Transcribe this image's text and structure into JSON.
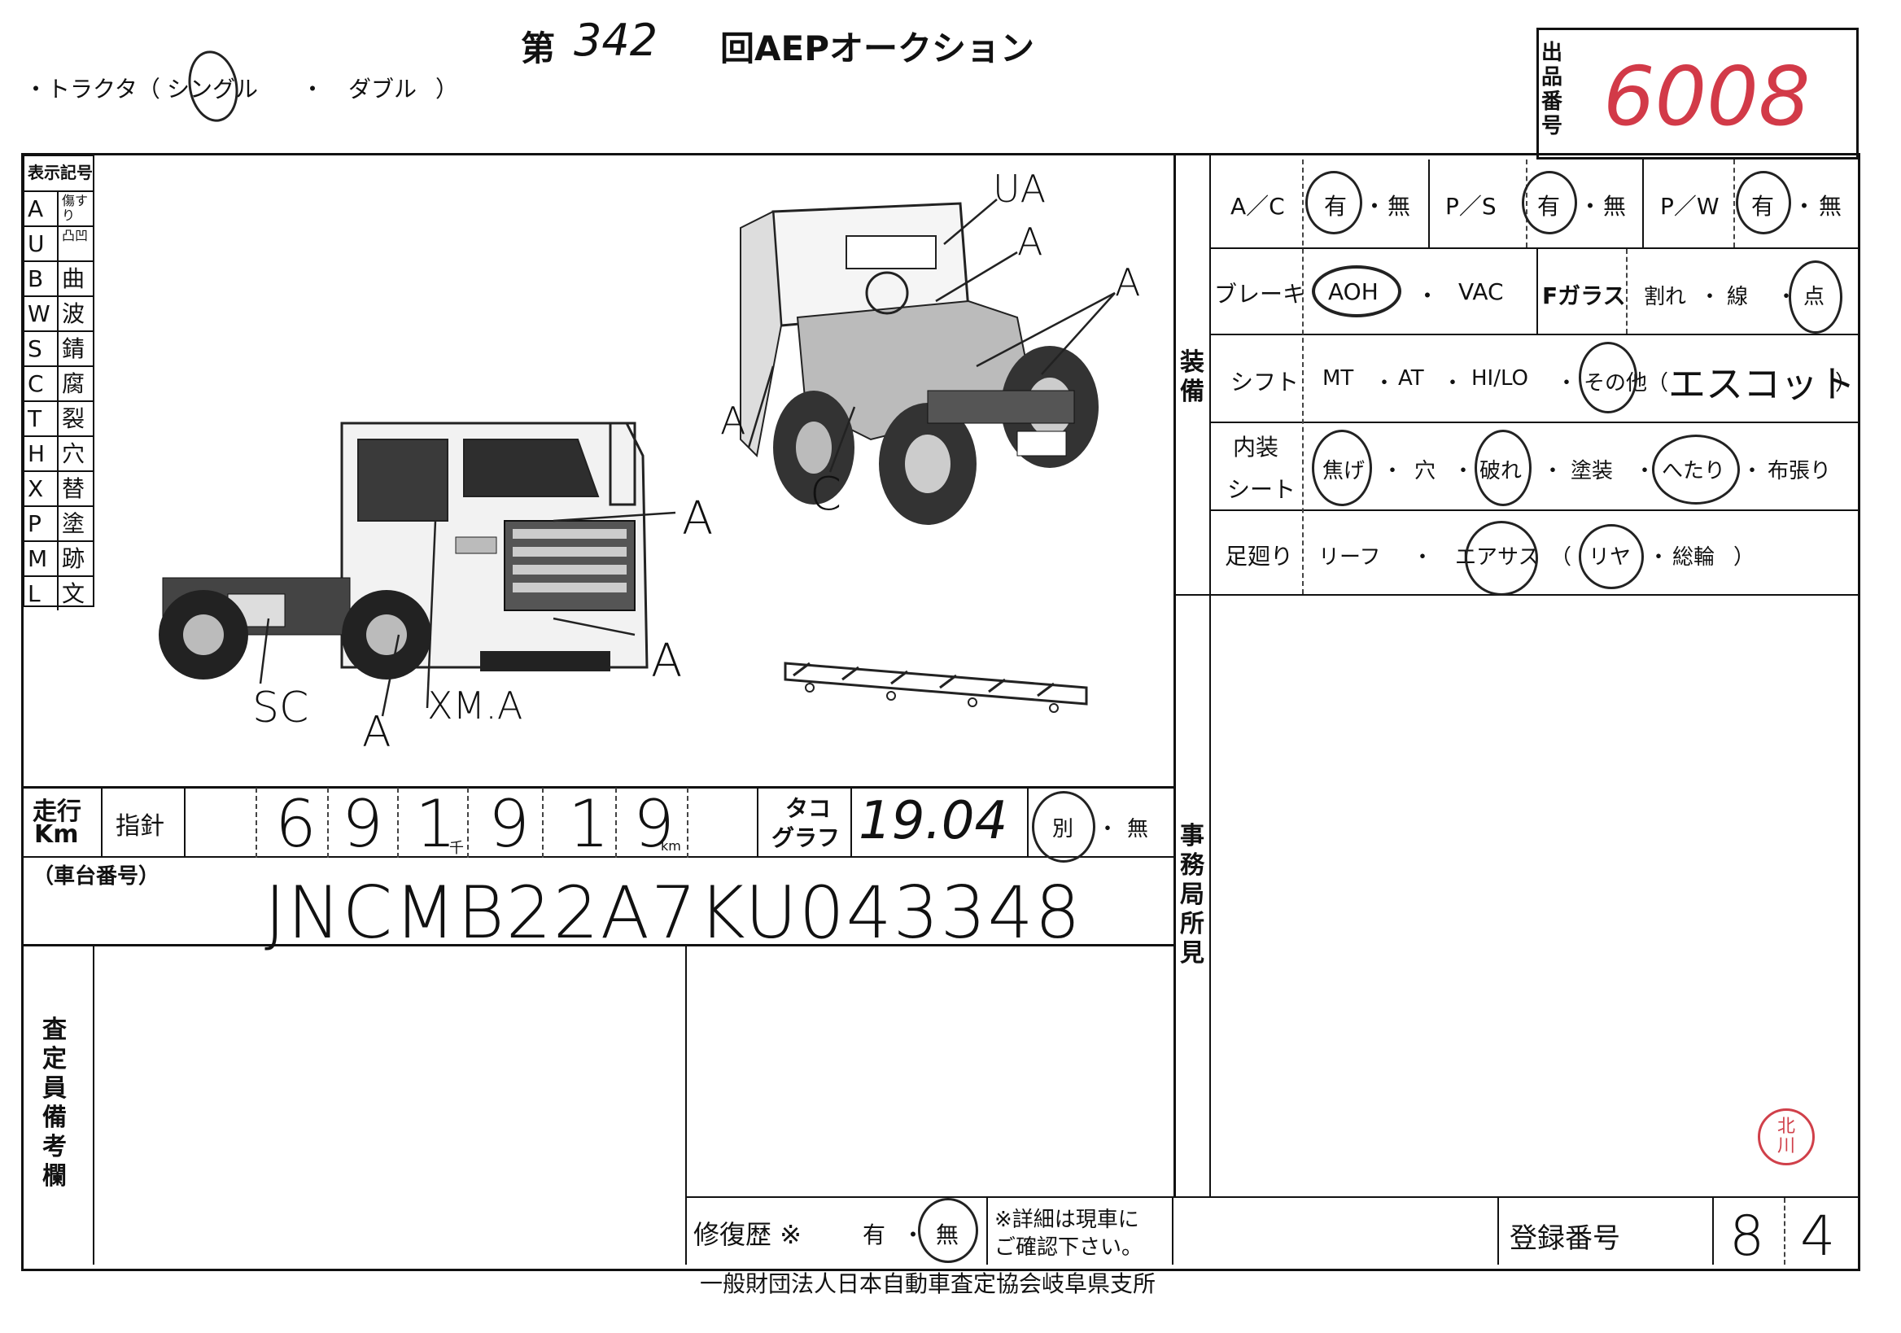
{
  "header": {
    "title_prefix": "第",
    "round_number": "342",
    "title_suffix": "回AEPオークション",
    "tractor_label": "・トラクタ（",
    "tractor_single": "シングル",
    "tractor_dot": "・",
    "tractor_double": "ダブル",
    "tractor_close": "）",
    "lot_label": "出品番号",
    "lot_number": "6008"
  },
  "legend": {
    "title": "表示記号",
    "rows": [
      {
        "code": "A",
        "meaning": "傷すり"
      },
      {
        "code": "U",
        "meaning": "凸凹"
      },
      {
        "code": "B",
        "meaning": "曲"
      },
      {
        "code": "W",
        "meaning": "波"
      },
      {
        "code": "S",
        "meaning": "錆"
      },
      {
        "code": "C",
        "meaning": "腐"
      },
      {
        "code": "T",
        "meaning": "裂"
      },
      {
        "code": "H",
        "meaning": "穴"
      },
      {
        "code": "X",
        "meaning": "替"
      },
      {
        "code": "P",
        "meaning": "塗"
      },
      {
        "code": "M",
        "meaning": "跡"
      },
      {
        "code": "L",
        "meaning": "文"
      }
    ]
  },
  "diagram_marks": {
    "ua": "UA",
    "a1": "A",
    "a2": "A",
    "a3": "A",
    "c": "C",
    "a_front1": "A",
    "a_front2": "A",
    "sc": "SC",
    "a_bottom": "A",
    "xm": "XM.A"
  },
  "equipment": {
    "section_label": "装備",
    "ac_label": "A／C",
    "ps_label": "P／S",
    "pw_label": "P／W",
    "yes": "有",
    "no": "無",
    "dot": "・",
    "brake_label": "ブレーキ",
    "brake_aoh": "AOH",
    "brake_vac": "VAC",
    "fglass_label": "Fガラス",
    "fglass_crack": "割れ",
    "fglass_line": "線",
    "fglass_point": "点",
    "shift_label": "シフト",
    "shift_mt": "MT",
    "shift_at": "AT",
    "shift_hilo": "HI/LO",
    "shift_other": "その他（",
    "shift_other_value": "エスコット",
    "shift_close": "）",
    "interior_label1": "内装",
    "interior_label2": "シート",
    "interior_burn": "焦げ",
    "interior_hole": "穴",
    "interior_tear": "破れ",
    "interior_paint": "塗装",
    "interior_sag": "へたり",
    "interior_cloth": "布張り",
    "susp_label": "足廻り",
    "susp_leaf": "リーフ",
    "susp_air": "エアサス",
    "susp_open": "（",
    "susp_rear": "リヤ",
    "susp_all": "総輪",
    "susp_close": "）"
  },
  "office_note_label": "事務局所見",
  "mileage": {
    "label1": "走行",
    "label2": "Km",
    "pointer_label": "指針",
    "digits": [
      "6",
      "9",
      "1",
      "9",
      "1",
      "9"
    ],
    "thousand_unit": "千",
    "km_unit": "km",
    "tacho_label1": "タコ",
    "tacho_label2": "グラフ",
    "tacho_value": "19.04",
    "tacho_separate": "別",
    "tacho_none": "無"
  },
  "chassis": {
    "label": "（車台番号）",
    "value": "JNCMB22A7KU043348"
  },
  "inspector_label": "査定員備考欄",
  "repair": {
    "label": "修復歴 ※",
    "yes": "有",
    "no": "無",
    "note1": "※詳細は現車に",
    "note2": "ご確認下さい。"
  },
  "registration": {
    "label": "登録番号",
    "digit1": "8",
    "digit2": "4"
  },
  "stamp": "北川",
  "footer": "一般財団法人日本自動車査定協会岐阜県支所"
}
